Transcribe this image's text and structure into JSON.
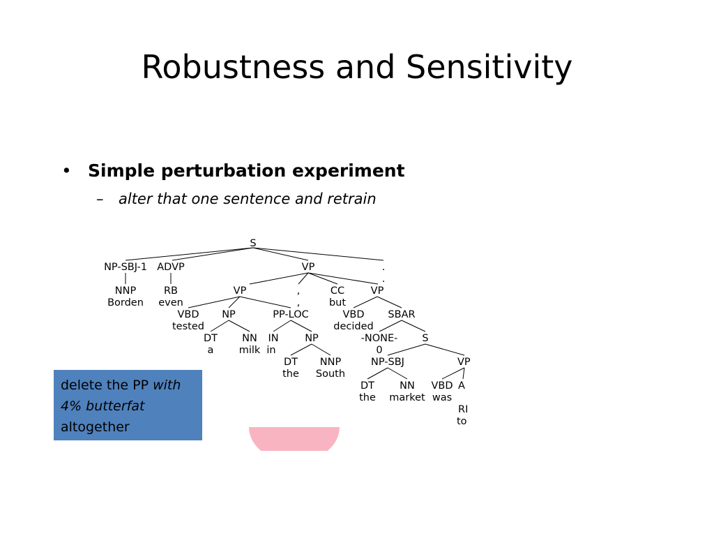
{
  "slide": {
    "title": "Robustness and Sensitivity",
    "bullet": "Simple perturbation experiment",
    "sub_bullet": "alter that one sentence and retrain"
  },
  "callout": {
    "text_before": "delete the PP ",
    "text_italic": "with 4% butterfat",
    "text_after": " altogether"
  },
  "tree": {
    "nodes": [
      {
        "id": "S",
        "label": "S"
      },
      {
        "id": "NP-SBJ-1",
        "label": "NP-SBJ-1"
      },
      {
        "id": "ADVP",
        "label": "ADVP"
      },
      {
        "id": "VP1",
        "label": "VP"
      },
      {
        "id": "PERIOD",
        "label": "."
      },
      {
        "id": "NNP1",
        "label": "NNP"
      },
      {
        "id": "RB",
        "label": "RB"
      },
      {
        "id": "VP2",
        "label": "VP"
      },
      {
        "id": "COMMA",
        "label": ","
      },
      {
        "id": "CC",
        "label": "CC"
      },
      {
        "id": "VP3",
        "label": "VP"
      },
      {
        "id": "VBD1",
        "label": "VBD"
      },
      {
        "id": "NP1",
        "label": "NP"
      },
      {
        "id": "PP-LOC",
        "label": "PP-LOC"
      },
      {
        "id": "VBD2",
        "label": "VBD"
      },
      {
        "id": "SBAR",
        "label": "SBAR"
      },
      {
        "id": "DT1",
        "label": "DT"
      },
      {
        "id": "NN1",
        "label": "NN"
      },
      {
        "id": "IN",
        "label": "IN"
      },
      {
        "id": "NP2",
        "label": "NP"
      },
      {
        "id": "NONE",
        "label": "-NONE-"
      },
      {
        "id": "S2",
        "label": "S"
      },
      {
        "id": "DT2",
        "label": "DT"
      },
      {
        "id": "NNP2",
        "label": "NNP"
      },
      {
        "id": "NP-SBJ",
        "label": "NP-SBJ"
      },
      {
        "id": "VP4",
        "label": "VP"
      },
      {
        "id": "DT3",
        "label": "DT"
      },
      {
        "id": "NN2",
        "label": "NN"
      },
      {
        "id": "VBD3",
        "label": "VBD"
      },
      {
        "id": "A",
        "label": "A"
      },
      {
        "id": "R",
        "label": "RI"
      }
    ],
    "words": [
      {
        "id": "w-borden",
        "label": "Borden"
      },
      {
        "id": "w-even",
        "label": "even"
      },
      {
        "id": "w-comma",
        "label": ","
      },
      {
        "id": "w-but",
        "label": "but"
      },
      {
        "id": "w-period",
        "label": "."
      },
      {
        "id": "w-tested",
        "label": "tested"
      },
      {
        "id": "w-decided",
        "label": "decided"
      },
      {
        "id": "w-a",
        "label": "a"
      },
      {
        "id": "w-milk",
        "label": "milk"
      },
      {
        "id": "w-in",
        "label": "in"
      },
      {
        "id": "w-zero",
        "label": "0"
      },
      {
        "id": "w-the1",
        "label": "the"
      },
      {
        "id": "w-south",
        "label": "South"
      },
      {
        "id": "w-the2",
        "label": "the"
      },
      {
        "id": "w-market",
        "label": "market"
      },
      {
        "id": "w-was",
        "label": "was"
      },
      {
        "id": "w-to",
        "label": "to"
      }
    ]
  }
}
